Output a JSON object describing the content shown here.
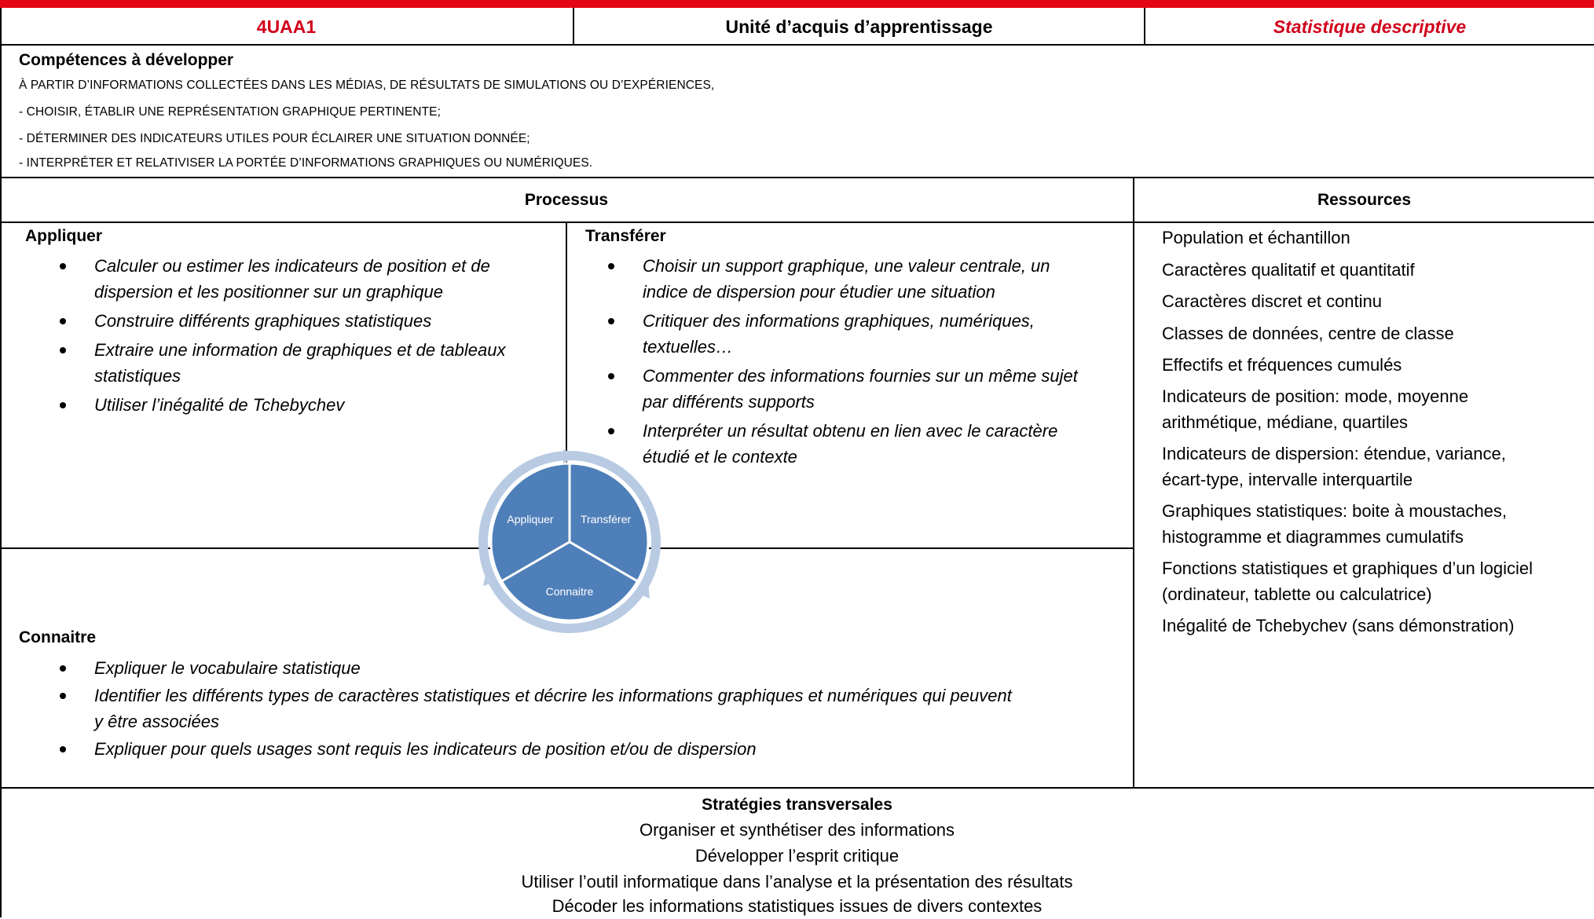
{
  "header": {
    "code": "4UAA1",
    "unit_label": "Unité d’acquis d’apprentissage",
    "subject": "Statistique descriptive"
  },
  "competences": {
    "title": "Compétences à développer",
    "lines": [
      "À PARTIR D’INFORMATIONS COLLECTÉES DANS LES MÉDIAS, DE RÉSULTATS DE SIMULATIONS OU D’EXPÉRIENCES,",
      "- CHOISIR, ÉTABLIR UNE REPRÉSENTATION GRAPHIQUE PERTINENTE;",
      "- DÉTERMINER DES INDICATEURS UTILES POUR ÉCLAIRER UNE SITUATION DONNÉE;",
      "- INTERPRÉTER ET RELATIVISER LA PORTÉE D’INFORMATIONS GRAPHIQUES OU NUMÉRIQUES."
    ]
  },
  "processus": {
    "title": "Processus",
    "appliquer": {
      "title": "Appliquer",
      "items": [
        [
          "Calculer ou estimer les indicateurs de position et de",
          "dispersion et les positionner sur un graphique"
        ],
        [
          "Construire différents graphiques statistiques"
        ],
        [
          "Extraire une information de graphiques et de tableaux",
          "statistiques"
        ],
        [
          "Utiliser l’inégalité de Tchebychev"
        ]
      ]
    },
    "transferer": {
      "title": "Transférer",
      "items": [
        [
          "Choisir un support graphique, une valeur centrale,  un",
          "indice de dispersion pour étudier une situation"
        ],
        [
          "Critiquer des informations graphiques, numériques,",
          "textuelles…"
        ],
        [
          "Commenter des informations fournies sur un même sujet",
          "par différents supports"
        ],
        [
          "Interpréter un résultat obtenu en lien avec le caractère",
          "étudié et le contexte"
        ]
      ]
    },
    "connaitre": {
      "title": "Connaitre",
      "items": [
        [
          "Expliquer le vocabulaire statistique"
        ],
        [
          "Identifier les différents types de caractères statistiques et décrire les informations graphiques et numériques qui peuvent",
          "y être associées"
        ],
        [
          "Expliquer pour quels usages sont requis les indicateurs de position et/ou de dispersion"
        ]
      ]
    },
    "cycle": {
      "appliquer": "Appliquer",
      "transferer": "Transférer",
      "connaitre": "Connaitre"
    }
  },
  "ressources": {
    "title": "Ressources",
    "items": [
      [
        "Population et échantillon"
      ],
      [
        "Caractères qualitatif et quantitatif"
      ],
      [
        "Caractères discret et continu"
      ],
      [
        "Classes de données, centre de classe"
      ],
      [
        "Effectifs et fréquences cumulés"
      ],
      [
        "Indicateurs de position: mode, moyenne",
        "arithmétique, médiane, quartiles"
      ],
      [
        "Indicateurs de dispersion: étendue, variance,",
        "écart-type, intervalle interquartile"
      ],
      [
        "Graphiques statistiques: boite à moustaches,",
        "histogramme et diagrammes cumulatifs"
      ],
      [
        "Fonctions statistiques et graphiques d’un logiciel",
        "(ordinateur, tablette ou calculatrice)"
      ],
      [
        "Inégalité de Tchebychev (sans démonstration)"
      ]
    ]
  },
  "strategies": {
    "title": "Stratégies transversales",
    "lines": [
      "Organiser et synthétiser des informations",
      "Développer l’esprit critique",
      "Utiliser l’outil informatique dans l’analyse et la présentation des résultats",
      "Décoder les informations statistiques issues de divers contextes"
    ]
  },
  "colors": {
    "red": "#d0021b",
    "cycle_fill": "#4f7fb8",
    "cycle_ring": "#b9cbe3"
  }
}
